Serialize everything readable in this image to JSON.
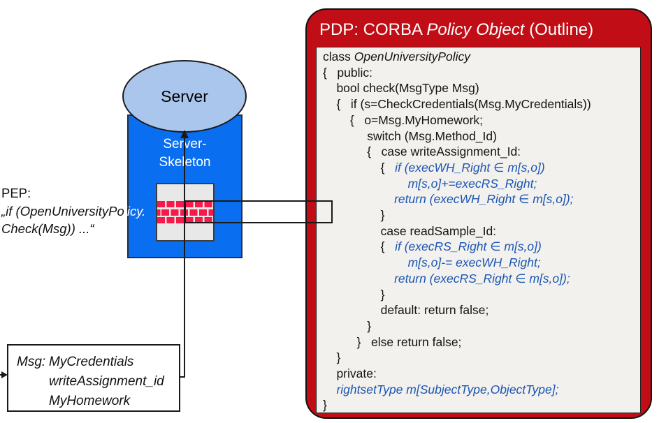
{
  "colors": {
    "skeleton_blue": "#0a6ef0",
    "ellipse_blue": "#abc6ed",
    "pdp_red": "#c10d15",
    "brick_red": "#f6194a",
    "code_blue": "#1c55b2",
    "box_gray": "#e8e8e8",
    "code_bg": "#f2f1ee"
  },
  "server": {
    "label": "Server",
    "skeleton_line1": "Server-",
    "skeleton_line2": "Skeleton"
  },
  "pep": {
    "label": "PEP:",
    "quote_line1_black": "„if (OpenUniversityPo",
    "quote_line1_white": "licy.",
    "quote_line2": "Check(Msg)) ...“"
  },
  "msg_box": {
    "label": "Msg:",
    "lines": [
      "MyCredentials",
      "writeAssignment_id",
      "MyHomework"
    ]
  },
  "pdp": {
    "title_prefix": "PDP: CORBA ",
    "title_italic": "Policy Object",
    "title_suffix": " (Outline)",
    "code_lines": [
      [
        {
          "t": "class ",
          "s": "p"
        },
        {
          "t": "OpenUniversityPolicy",
          "s": "n"
        }
      ],
      [
        {
          "t": "{   public:",
          "s": "p"
        }
      ],
      [
        {
          "t": "    bool check(MsgType Msg)",
          "s": "p"
        }
      ],
      [
        {
          "t": "    {   if (s=CheckCredentials(Msg.MyCredentials))",
          "s": "p"
        }
      ],
      [
        {
          "t": "        {   o=Msg.MyHomework;",
          "s": "p"
        }
      ],
      [
        {
          "t": "             switch (Msg.Method_Id)",
          "s": "p"
        }
      ],
      [
        {
          "t": "             {   case writeAssignment_Id:",
          "s": "p"
        }
      ],
      [
        {
          "t": "                 {   ",
          "s": "p"
        },
        {
          "t": "if (execWH_Right ∈ m[s,o])",
          "s": "b"
        }
      ],
      [
        {
          "t": "                         ",
          "s": "p"
        },
        {
          "t": "m[s,o]+=execRS_Right;",
          "s": "b"
        }
      ],
      [
        {
          "t": "                     ",
          "s": "p"
        },
        {
          "t": "return (execWH_Right ∈ m[s,o]);",
          "s": "b"
        }
      ],
      [
        {
          "t": "                 }",
          "s": "p"
        }
      ],
      [
        {
          "t": "                 case readSample_Id:",
          "s": "p"
        }
      ],
      [
        {
          "t": "                 {   ",
          "s": "p"
        },
        {
          "t": "if (execRS_Right ∈ m[s,o])",
          "s": "b"
        }
      ],
      [
        {
          "t": "                         ",
          "s": "p"
        },
        {
          "t": "m[s,o]-= execWH_Right;",
          "s": "b"
        }
      ],
      [
        {
          "t": "                     ",
          "s": "p"
        },
        {
          "t": "return (execRS_Right ∈ m[s,o]);",
          "s": "b"
        }
      ],
      [
        {
          "t": "                 }",
          "s": "p"
        }
      ],
      [
        {
          "t": "                 default: return false;",
          "s": "p"
        }
      ],
      [
        {
          "t": "             }",
          "s": "p"
        }
      ],
      [
        {
          "t": "          }   else return false;",
          "s": "p"
        }
      ],
      [
        {
          "t": "    }",
          "s": "p"
        }
      ],
      [
        {
          "t": "    private:",
          "s": "p"
        }
      ],
      [
        {
          "t": "    ",
          "s": "p"
        },
        {
          "t": "rightsetType m[SubjectType,ObjectType];",
          "s": "b"
        }
      ],
      [
        {
          "t": "}",
          "s": "p"
        }
      ]
    ]
  }
}
